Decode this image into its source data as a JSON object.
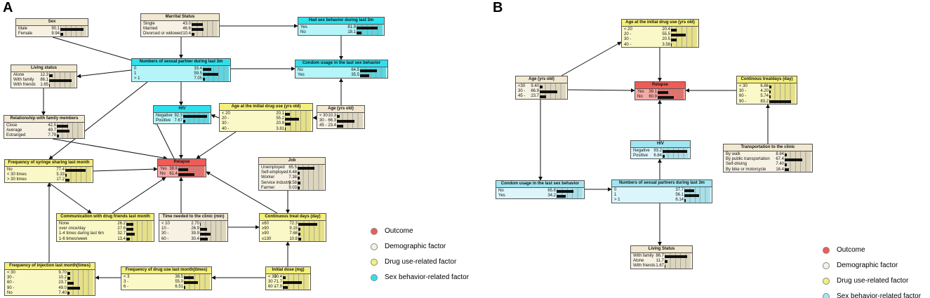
{
  "panels": {
    "a": "A",
    "b": "B"
  },
  "legend_a": [
    {
      "label": "Outcome",
      "color": "#ef5b56"
    },
    {
      "label": "Demographic factor",
      "color": "#f6f1e3"
    },
    {
      "label": "Drug use-related factor",
      "color": "#f5f07a"
    },
    {
      "label": "Sex behavior-related factor",
      "color": "#2ee0ec"
    }
  ],
  "legend_b": [
    {
      "label": "Outcome",
      "color": "#ef5b56"
    },
    {
      "label": "Demographic factor",
      "color": "#f6f1e3"
    },
    {
      "label": "Drug use-related factor",
      "color": "#f5f07a"
    },
    {
      "label": "Sex behavior-related factor",
      "color": "#9fe6f2"
    }
  ],
  "nodes": {
    "a_sex": {
      "title": "Sex",
      "states": [
        {
          "label": "Male",
          "value": "90.1",
          "pct": 90.1
        },
        {
          "label": "Female",
          "value": "9.94",
          "pct": 9.94
        }
      ]
    },
    "a_marital": {
      "title": "Marrital Status",
      "states": [
        {
          "label": "Single",
          "value": "43.0",
          "pct": 43.0
        },
        {
          "label": "Married",
          "value": "46.6",
          "pct": 46.6
        },
        {
          "label": "Divorced or widowed",
          "value": "10.4",
          "pct": 10.4
        }
      ]
    },
    "a_sexbeh": {
      "title": "Had sex behavior during last 3m",
      "states": [
        {
          "label": "Yes",
          "value": "81.9",
          "pct": 81.9
        },
        {
          "label": "No",
          "value": "18.1",
          "pct": 18.1
        }
      ]
    },
    "a_living": {
      "title": "Living status",
      "states": [
        {
          "label": "Alone",
          "value": "12.3",
          "pct": 12.3
        },
        {
          "label": "With family",
          "value": "86.1",
          "pct": 86.1
        },
        {
          "label": "With friends",
          "value": "1.65",
          "pct": 1.65
        }
      ]
    },
    "a_partners": {
      "title": "Numbers of sexual partner during last 3m",
      "states": [
        {
          "label": "0",
          "value": "33.4",
          "pct": 33.4
        },
        {
          "label": "1",
          "value": "59.5",
          "pct": 59.5
        },
        {
          "label": "> 1",
          "value": "7.05",
          "pct": 7.05
        }
      ]
    },
    "a_condom": {
      "title": "Condom usage in the last sex behavior",
      "states": [
        {
          "label": "No",
          "value": "64.5",
          "pct": 64.5
        },
        {
          "label": "Yes",
          "value": "35.5",
          "pct": 35.5
        }
      ]
    },
    "a_relfam": {
      "title": "Relationship with family members",
      "states": [
        {
          "label": "Close",
          "value": "42.5",
          "pct": 42.5
        },
        {
          "label": "Average",
          "value": "49.7",
          "pct": 49.7
        },
        {
          "label": "Estranged",
          "value": "7.79",
          "pct": 7.79
        }
      ]
    },
    "a_hiv": {
      "title": "HIV",
      "states": [
        {
          "label": "Negative",
          "value": "92.3",
          "pct": 92.3
        },
        {
          "label": "Positive",
          "value": "7.67",
          "pct": 7.67
        }
      ]
    },
    "a_ageinit": {
      "title": "Age at the initial drug use (yrs old)",
      "states": [
        {
          "label": "< 20",
          "value": "20.1",
          "pct": 20.1
        },
        {
          "label": "20 -",
          "value": "55.2",
          "pct": 55.2
        },
        {
          "label": "30 -",
          "value": "20.9",
          "pct": 20.9
        },
        {
          "label": "40 -",
          "value": "3.81",
          "pct": 3.81
        }
      ]
    },
    "a_age": {
      "title": "Age (yrs old)",
      "states": [
        {
          "label": "< 30",
          "value": "10.3",
          "pct": 10.3
        },
        {
          "label": "30 -",
          "value": "66.3",
          "pct": 66.3
        },
        {
          "label": "45 -",
          "value": "23.4",
          "pct": 23.4
        }
      ]
    },
    "a_syringe": {
      "title": "Frequency of syringe sharing last month",
      "states": [
        {
          "label": "No",
          "value": "77.4",
          "pct": 77.4
        },
        {
          "label": "< 30 times",
          "value": "5.33",
          "pct": 5.33
        },
        {
          "label": "> 30 times",
          "value": "17.2",
          "pct": 17.2
        }
      ]
    },
    "a_relapse": {
      "title": "Relapse",
      "states": [
        {
          "label": "Yes",
          "value": "38.6",
          "pct": 38.6
        },
        {
          "label": "No",
          "value": "61.4",
          "pct": 61.4
        }
      ]
    },
    "a_job": {
      "title": "Job",
      "states": [
        {
          "label": "Unemployed",
          "value": "65.5",
          "pct": 65.5
        },
        {
          "label": "Self-employed",
          "value": "8.48",
          "pct": 8.48
        },
        {
          "label": "Worker",
          "value": "7.38",
          "pct": 7.38
        },
        {
          "label": "Service industry",
          "value": "9.58",
          "pct": 9.58
        },
        {
          "label": "Farmer",
          "value": "9.03",
          "pct": 9.03
        }
      ]
    },
    "a_comm": {
      "title": "Communication with drug friends last month",
      "states": [
        {
          "label": "None",
          "value": "26.2",
          "pct": 26.2
        },
        {
          "label": "over once/day",
          "value": "27.6",
          "pct": 27.6
        },
        {
          "label": "1-4 times during last 6m",
          "value": "32.7",
          "pct": 32.7
        },
        {
          "label": "1-6 times/week",
          "value": "13.4",
          "pct": 13.4
        }
      ]
    },
    "a_time": {
      "title": "Time needed to the clinic (min)",
      "states": [
        {
          "label": "< 10",
          "value": "2.70",
          "pct": 2.7
        },
        {
          "label": "10 -",
          "value": "26.9",
          "pct": 26.9
        },
        {
          "label": "30 -",
          "value": "39.9",
          "pct": 39.9
        },
        {
          "label": "60 -",
          "value": "30.4",
          "pct": 30.4
        }
      ]
    },
    "a_treat": {
      "title": "Continuous treat days (day)",
      "states": [
        {
          "label": "≤60",
          "value": "72.3",
          "pct": 72.3
        },
        {
          "label": "≥90",
          "value": "9.15",
          "pct": 9.15
        },
        {
          "label": "≥90",
          "value": "7.68",
          "pct": 7.68
        },
        {
          "label": "≤130",
          "value": "10.8",
          "pct": 10.8
        }
      ]
    },
    "a_inject": {
      "title": "Frequency of injection last month(times)",
      "states": [
        {
          "label": "< 30",
          "value": "9.70",
          "pct": 9.7
        },
        {
          "label": "30 -",
          "value": "10.2",
          "pct": 10.2
        },
        {
          "label": "60 -",
          "value": "23.7",
          "pct": 23.7
        },
        {
          "label": "90 -",
          "value": "49.0",
          "pct": 49.0
        },
        {
          "label": "No",
          "value": "7.40",
          "pct": 7.4
        }
      ]
    },
    "a_freq": {
      "title": "Frequency of drug use last month(times)",
      "states": [
        {
          "label": "< 3",
          "value": "38.5",
          "pct": 38.5
        },
        {
          "label": "3 -",
          "value": "55.0",
          "pct": 55.0
        },
        {
          "label": "6 -",
          "value": "6.51",
          "pct": 6.51
        }
      ]
    },
    "a_dose": {
      "title": "Initial dose (mg)",
      "states": [
        {
          "label": "< 30",
          "value": "10.4",
          "pct": 10.4
        },
        {
          "label": "30 -",
          "value": "71.7",
          "pct": 71.7
        },
        {
          "label": "60 -",
          "value": "17.9",
          "pct": 17.9
        }
      ]
    },
    "b_ageinit": {
      "title": "Age at the initial drug use (yrs old)",
      "states": [
        {
          "label": "< 20",
          "value": "20.4",
          "pct": 20.4
        },
        {
          "label": "20 -",
          "value": "55.5",
          "pct": 55.5
        },
        {
          "label": "30 -",
          "value": "20.5",
          "pct": 20.5
        },
        {
          "label": "40 -",
          "value": "3.58",
          "pct": 3.58
        }
      ]
    },
    "b_age": {
      "title": "Age (yrs old)",
      "states": [
        {
          "label": "<30",
          "value": "9.40",
          "pct": 9.4
        },
        {
          "label": "30 -",
          "value": "66.9",
          "pct": 66.9
        },
        {
          "label": "45 -",
          "value": "23.7",
          "pct": 23.7
        }
      ]
    },
    "b_relapse": {
      "title": "Relapse",
      "states": [
        {
          "label": "Yes",
          "value": "39.1",
          "pct": 39.1
        },
        {
          "label": "No",
          "value": "60.9",
          "pct": 60.9
        }
      ]
    },
    "b_treat": {
      "title": "Continous treatdays (day)",
      "states": [
        {
          "label": "< 30",
          "value": "6.86",
          "pct": 6.86
        },
        {
          "label": "30 -",
          "value": "4.20",
          "pct": 4.2
        },
        {
          "label": "60 -",
          "value": "5.74",
          "pct": 5.74
        },
        {
          "label": "90 -",
          "value": "83.2",
          "pct": 83.2
        }
      ]
    },
    "b_hiv": {
      "title": "HIV",
      "states": [
        {
          "label": "Negative",
          "value": "93.2",
          "pct": 93.2
        },
        {
          "label": "Positive",
          "value": "6.84",
          "pct": 6.84
        }
      ]
    },
    "b_transport": {
      "title": "Transportation to the clinic",
      "states": [
        {
          "label": "By walk",
          "value": "8.84",
          "pct": 8.84
        },
        {
          "label": "By public transportation",
          "value": "67.4",
          "pct": 67.4
        },
        {
          "label": "Self-driving",
          "value": "7.40",
          "pct": 7.4
        },
        {
          "label": "By bike or motorcycle",
          "value": "16.4",
          "pct": 16.4
        }
      ]
    },
    "b_condom": {
      "title": "Condom usage in the last sex behavior",
      "states": [
        {
          "label": "No",
          "value": "65.8",
          "pct": 65.8
        },
        {
          "label": "Yes",
          "value": "34.2",
          "pct": 34.2
        }
      ]
    },
    "b_partners": {
      "title": "Numbers of sexual partners during last 3m",
      "states": [
        {
          "label": "0",
          "value": "37.7",
          "pct": 37.7
        },
        {
          "label": "1",
          "value": "56.1",
          "pct": 56.1
        },
        {
          "label": "> 1",
          "value": "6.14",
          "pct": 6.14
        }
      ]
    },
    "b_living": {
      "title": "Living Status",
      "states": [
        {
          "label": "With family",
          "value": "86.7",
          "pct": 86.7
        },
        {
          "label": "Alone",
          "value": "11.7",
          "pct": 11.7
        },
        {
          "label": "With friends",
          "value": "1.67",
          "pct": 1.67
        }
      ]
    }
  }
}
